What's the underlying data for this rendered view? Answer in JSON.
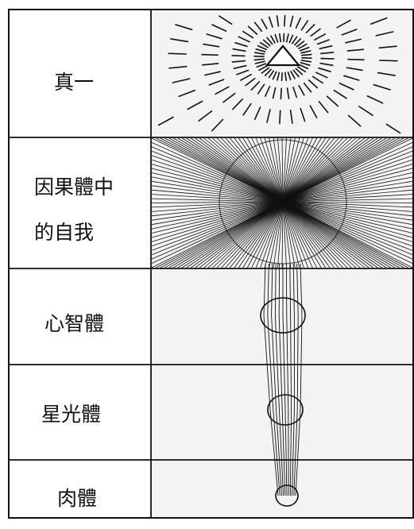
{
  "rows": [
    {
      "lines": [
        "真一"
      ]
    },
    {
      "lines": [
        "因果體中",
        "的自我"
      ]
    },
    {
      "lines": [
        "心智體"
      ]
    },
    {
      "lines": [
        "星光體"
      ]
    },
    {
      "lines": [
        "肉體"
      ]
    }
  ],
  "colors": {
    "ink": "#111111",
    "paper": "#ffffff",
    "column_shade": "#f3f3f3"
  }
}
